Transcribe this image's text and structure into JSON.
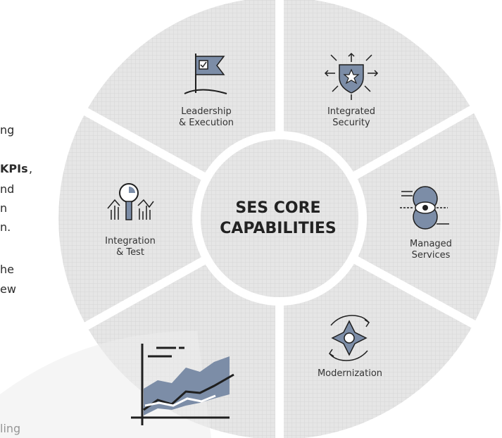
{
  "center": {
    "line1": "SES CORE",
    "line2": "CAPABILITIES"
  },
  "capabilities": [
    {
      "line1": "Leadership",
      "line2": "& Execution",
      "icon": "flag-icon"
    },
    {
      "line1": "Integrated",
      "line2": "Security",
      "icon": "shield-star-icon"
    },
    {
      "line1": "Managed",
      "line2": "Services",
      "icon": "eye-circles-icon"
    },
    {
      "line1": "Modernization",
      "line2": "",
      "icon": "compass-arrows-icon"
    },
    {
      "line1": "",
      "line2": "",
      "icon": "line-chart-icon"
    },
    {
      "line1": "Integration",
      "line2": "& Test",
      "icon": "magnifier-bars-icon"
    }
  ],
  "left_text_fragments": [
    "ng",
    "KPIs",
    ",",
    "nd",
    "n",
    "n.",
    "he",
    "ew",
    "ling"
  ],
  "colors": {
    "wheel_fill": "#e6e6e6",
    "wheel_grid": "#cfcfcf",
    "icon_fill": "#7c8da7",
    "icon_stroke": "#1f1f1f",
    "text": "#2b2b2b"
  }
}
